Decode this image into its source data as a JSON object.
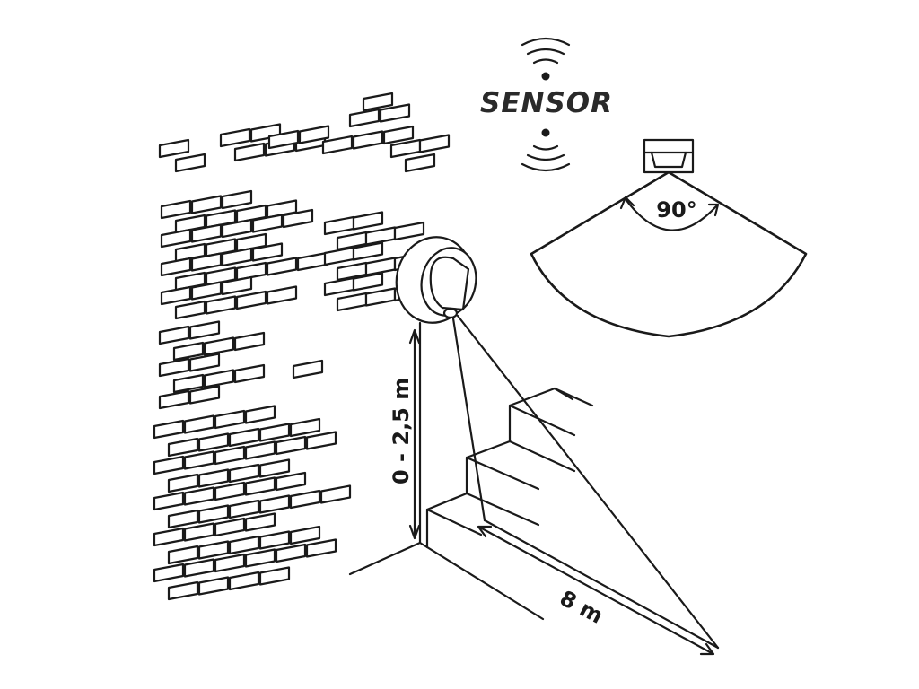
{
  "brand": {
    "text": "SENSOR"
  },
  "labels": {
    "height_range": "0 - 2,5 m",
    "detection_distance": "8 m",
    "detection_angle": "90°"
  },
  "colors": {
    "ink": "#1a1a1a",
    "background": "#ffffff"
  },
  "icons": [
    "wifi-waves-top-icon",
    "wifi-waves-bottom-icon",
    "motion-sensor-lamp-icon",
    "sensor-top-view-icon"
  ]
}
